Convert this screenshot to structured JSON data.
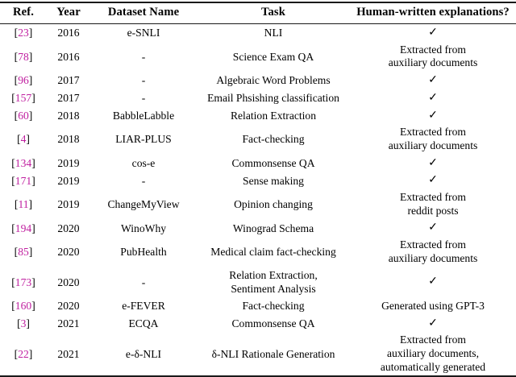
{
  "table": {
    "columns": [
      {
        "key": "ref",
        "label": "Ref."
      },
      {
        "key": "year",
        "label": "Year"
      },
      {
        "key": "name",
        "label": "Dataset Name"
      },
      {
        "key": "task",
        "label": "Task"
      },
      {
        "key": "expl",
        "label": "Human-written explanations?"
      }
    ],
    "ref_number_color": "#c020a0",
    "rule_color": "#1a1a1a",
    "check_glyph": "✓",
    "empty_glyph": "-",
    "rows": [
      {
        "ref": "23",
        "year": "2016",
        "name": "e-SNLI",
        "task": "NLI",
        "expl": "✓"
      },
      {
        "ref": "78",
        "year": "2016",
        "name": "-",
        "task": "Science Exam QA",
        "expl": "Extracted from\nauxiliary documents"
      },
      {
        "ref": "96",
        "year": "2017",
        "name": "-",
        "task": "Algebraic Word Problems",
        "expl": "✓"
      },
      {
        "ref": "157",
        "year": "2017",
        "name": "-",
        "task": "Email Phsishing classification",
        "expl": "✓"
      },
      {
        "ref": "60",
        "year": "2018",
        "name": "BabbleLabble",
        "task": "Relation Extraction",
        "expl": "✓"
      },
      {
        "ref": "4",
        "year": "2018",
        "name": "LIAR-PLUS",
        "task": "Fact-checking",
        "expl": "Extracted from\nauxiliary documents"
      },
      {
        "ref": "134",
        "year": "2019",
        "name": "cos-e",
        "task": "Commonsense QA",
        "expl": "✓"
      },
      {
        "ref": "171",
        "year": "2019",
        "name": "-",
        "task": "Sense making",
        "expl": "✓"
      },
      {
        "ref": "11",
        "year": "2019",
        "name": "ChangeMyView",
        "task": "Opinion changing",
        "expl": "Extracted from\nreddit posts"
      },
      {
        "ref": "194",
        "year": "2020",
        "name": "WinoWhy",
        "task": "Winograd Schema",
        "expl": "✓"
      },
      {
        "ref": "85",
        "year": "2020",
        "name": "PubHealth",
        "task": "Medical claim fact-checking",
        "expl": "Extracted from\nauxiliary documents"
      },
      {
        "ref": "173",
        "year": "2020",
        "name": "-",
        "task": "Relation Extraction,\nSentiment Analysis",
        "expl": "✓"
      },
      {
        "ref": "160",
        "year": "2020",
        "name": "e-FEVER",
        "task": "Fact-checking",
        "expl": "Generated using GPT-3"
      },
      {
        "ref": "3",
        "year": "2021",
        "name": "ECQA",
        "task": "Commonsense QA",
        "expl": "✓"
      },
      {
        "ref": "22",
        "year": "2021",
        "name": "e-δ-NLI",
        "task": "δ-NLI Rationale Generation",
        "expl": "Extracted from\nauxiliary documents,\nautomatically generated"
      }
    ]
  }
}
